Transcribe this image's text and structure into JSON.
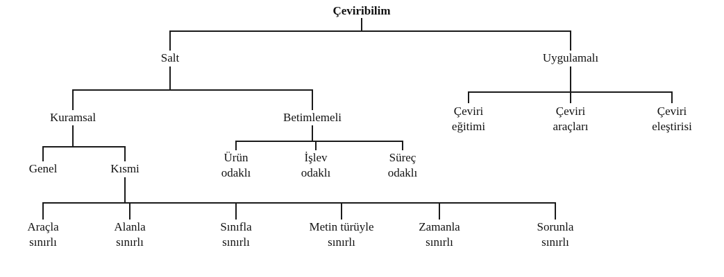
{
  "diagram_title": "Çeviribilim",
  "nodes": {
    "root": {
      "label": "Çeviribilim"
    },
    "salt": {
      "label": "Salt"
    },
    "uygulamali": {
      "label": "Uygulamalı"
    },
    "kuramsal": {
      "label": "Kuramsal"
    },
    "betimlemeli": {
      "label": "Betimlemeli"
    },
    "ceviri_egitimi": {
      "label": "Çeviri\neğitimi"
    },
    "ceviri_araclari": {
      "label": "Çeviri\naraçları"
    },
    "ceviri_elestirisi": {
      "label": "Çeviri\neleştirisi"
    },
    "genel": {
      "label": "Genel"
    },
    "kismi": {
      "label": "Kısmi"
    },
    "urun_odakli": {
      "label": "Ürün\nodaklı"
    },
    "islev_odakli": {
      "label": "İşlev\nodaklı"
    },
    "surec_odakli": {
      "label": "Süreç\nodaklı"
    },
    "aracla_sinirli": {
      "label": "Araçla\nsınırlı"
    },
    "alanla_sinirli": {
      "label": "Alanla\nsınırlı"
    },
    "sinifla_sinirli": {
      "label": "Sınıfla\nsınırlı"
    },
    "metin_turuyle_sinirli": {
      "label": "Metin türüyle\nsınırlı"
    },
    "zamanla_sinirli": {
      "label": "Zamanla\nsınırlı"
    },
    "sorunla_sinirli": {
      "label": "Sorunla\nsınırlı"
    }
  },
  "edges": [
    [
      "root",
      "salt"
    ],
    [
      "root",
      "uygulamali"
    ],
    [
      "salt",
      "kuramsal"
    ],
    [
      "salt",
      "betimlemeli"
    ],
    [
      "uygulamali",
      "ceviri_egitimi"
    ],
    [
      "uygulamali",
      "ceviri_araclari"
    ],
    [
      "uygulamali",
      "ceviri_elestirisi"
    ],
    [
      "kuramsal",
      "genel"
    ],
    [
      "kuramsal",
      "kismi"
    ],
    [
      "betimlemeli",
      "urun_odakli"
    ],
    [
      "betimlemeli",
      "islev_odakli"
    ],
    [
      "betimlemeli",
      "surec_odakli"
    ],
    [
      "kismi",
      "aracla_sinirli"
    ],
    [
      "kismi",
      "alanla_sinirli"
    ],
    [
      "kismi",
      "sinifla_sinirli"
    ],
    [
      "kismi",
      "metin_turuyle_sinirli"
    ],
    [
      "kismi",
      "zamanla_sinirli"
    ],
    [
      "kismi",
      "sorunla_sinirli"
    ]
  ],
  "colors": {
    "line": "#1a1a1a",
    "text": "#111111",
    "background": "#ffffff"
  }
}
